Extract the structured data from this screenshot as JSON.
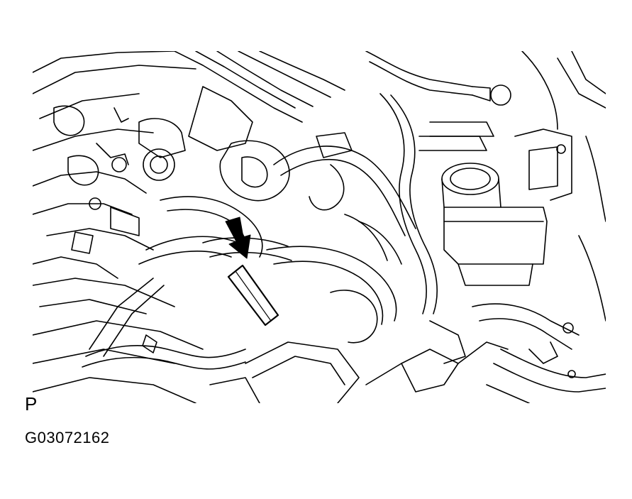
{
  "figure": {
    "corner_label": "P",
    "code": "G03072162",
    "line_color": "#000000",
    "background_color": "#ffffff",
    "callout_marker": "down-left-arrow"
  }
}
